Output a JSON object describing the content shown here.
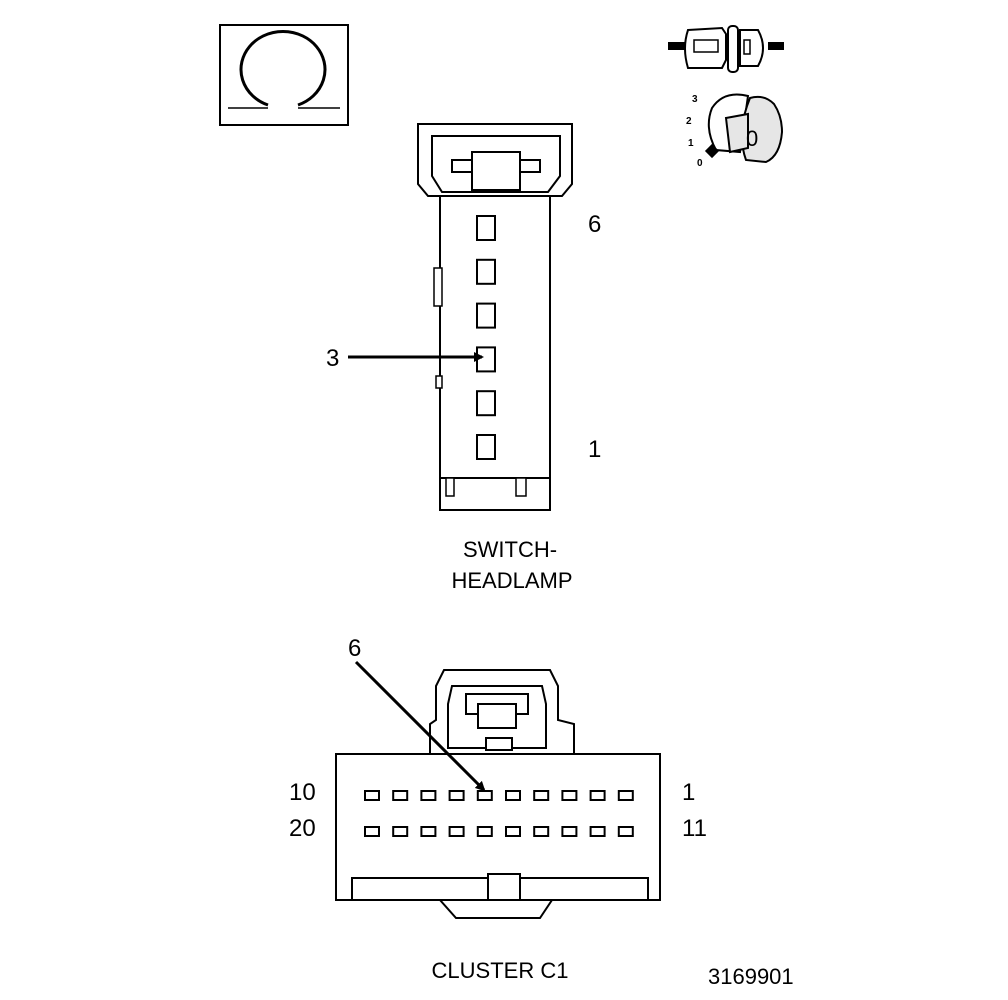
{
  "figure_number": "3169901",
  "switch_headlamp": {
    "caption_line1": "SWITCH-",
    "caption_line2": "HEADLAMP",
    "pin_top_label": "6",
    "pin_bottom_label": "1",
    "callout_label": "3",
    "cavity_count": 6
  },
  "cluster_c1": {
    "caption": "CLUSTER C1",
    "row1_left_label": "10",
    "row1_right_label": "1",
    "row2_left_label": "20",
    "row2_right_label": "11",
    "callout_label": "6",
    "pins_per_row": 10
  },
  "headlamp_switch_icon": {
    "positions": [
      "3",
      "2",
      "1",
      "0"
    ],
    "knob_label": "0"
  },
  "colors": {
    "line": "#000000",
    "fill": "#ffffff",
    "knob_fill": "#e6e6e6"
  }
}
